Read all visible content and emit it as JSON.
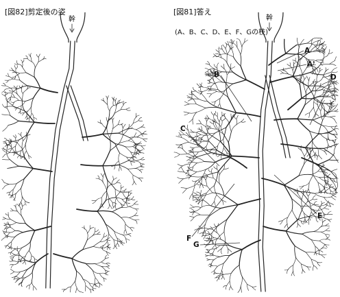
{
  "figures": [
    {
      "id": "fig82",
      "title": "[図82]剪定後の姿",
      "trunk_label": "幹"
    },
    {
      "id": "fig81",
      "title": "[図81]答え",
      "subtitle": "(A、B、C、D、E、F、Gの枝)",
      "trunk_label": "幹",
      "callouts": [
        "A",
        "A'",
        "B",
        "C",
        "D",
        "E",
        "F",
        "G"
      ]
    }
  ],
  "colors": {
    "ink": "#222222",
    "paper": "#ffffff"
  }
}
